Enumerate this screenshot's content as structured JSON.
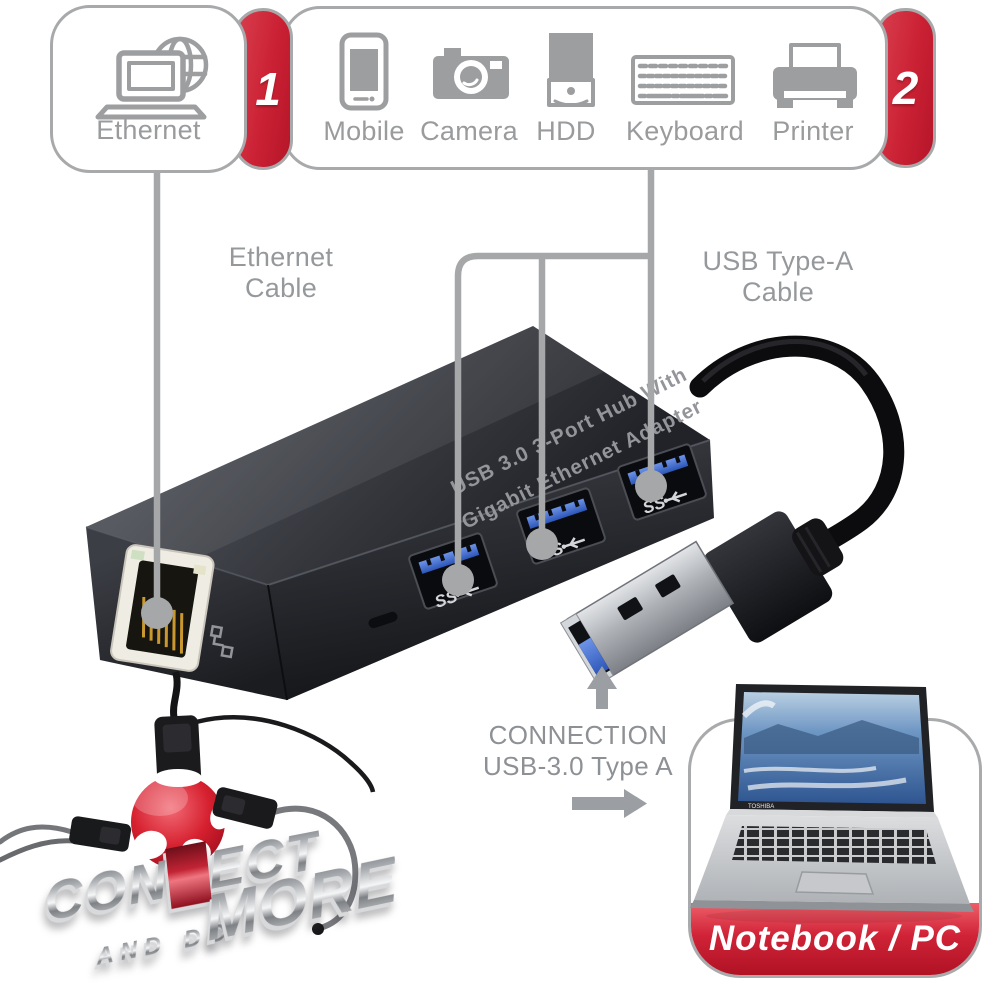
{
  "top": {
    "ethernet_card": {
      "label": "Ethernet",
      "badge": "1",
      "icon": "laptop-globe-icon"
    },
    "devices_card": {
      "badge": "2",
      "items": [
        {
          "label": "Mobile",
          "icon": "smartphone-icon"
        },
        {
          "label": "Camera",
          "icon": "camera-icon"
        },
        {
          "label": "HDD",
          "icon": "hdd-icon"
        },
        {
          "label": "Keyboard",
          "icon": "keyboard-icon"
        },
        {
          "label": "Printer",
          "icon": "printer-icon"
        }
      ]
    }
  },
  "annotations": {
    "ethernet_cable": "Ethernet Cable",
    "usb_cable": "USB Type-A Cable",
    "connection_line1": "CONNECTION",
    "connection_line2": "USB-3.0 Type A"
  },
  "product": {
    "print_line1": "USB 3.0 3-Port Hub With",
    "print_line2": "Gigabit Ethernet Adapter",
    "port_logo": "SS"
  },
  "notebook": {
    "label": "Notebook / PC",
    "brand": "TOSHIBA"
  },
  "tagline": {
    "word1_a": "CON",
    "word1_b": "N",
    "word1_c": "ECT",
    "word2": "AND",
    "word3": "DO",
    "word4": "MORE"
  },
  "colors": {
    "accent_red": "#cb2134",
    "label_gray": "#9a9b9d",
    "line_gray": "#a6a7a9",
    "usb_blue": "#3a6fd8",
    "border_gray": "#a8a9ab"
  }
}
